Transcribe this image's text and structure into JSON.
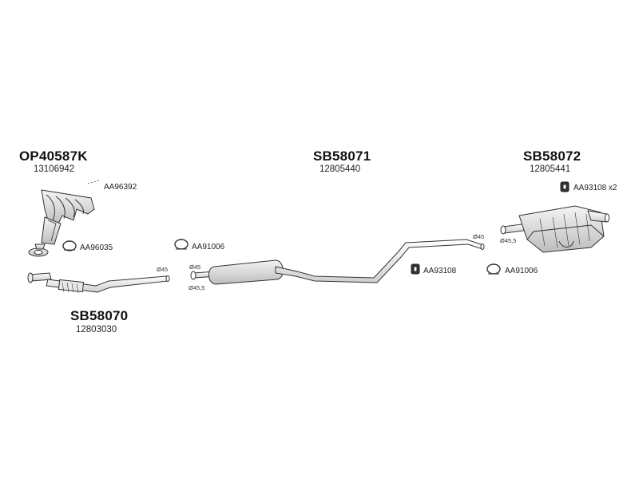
{
  "assemblies": {
    "manifold": {
      "code": "OP40587K",
      "oem": "13106942"
    },
    "front_pipe": {
      "code": "SB58070",
      "oem": "12803030"
    },
    "middle_silencer": {
      "code": "SB58071",
      "oem": "12805440"
    },
    "rear_silencer": {
      "code": "SB58072",
      "oem": "12805441"
    }
  },
  "parts": {
    "bolt_kit": "AA96392",
    "gasket_manifold": "AA96035",
    "clamp_front": "AA91006",
    "hanger_middle": "AA93108",
    "clamp_rear": "AA91006",
    "hanger_rear": "AA93108 x2"
  },
  "dimensions": {
    "front_pipe_outlet": "Ø45",
    "middle_inlet_left": "Ø45",
    "middle_inlet_right": "Ø45,5",
    "middle_outlet": "Ø45",
    "rear_inlet": "Ø45,5"
  },
  "colors": {
    "stroke": "#333333",
    "fill_light": "#f2f2f2",
    "fill_mid": "#d9d9d9",
    "text": "#111111"
  }
}
